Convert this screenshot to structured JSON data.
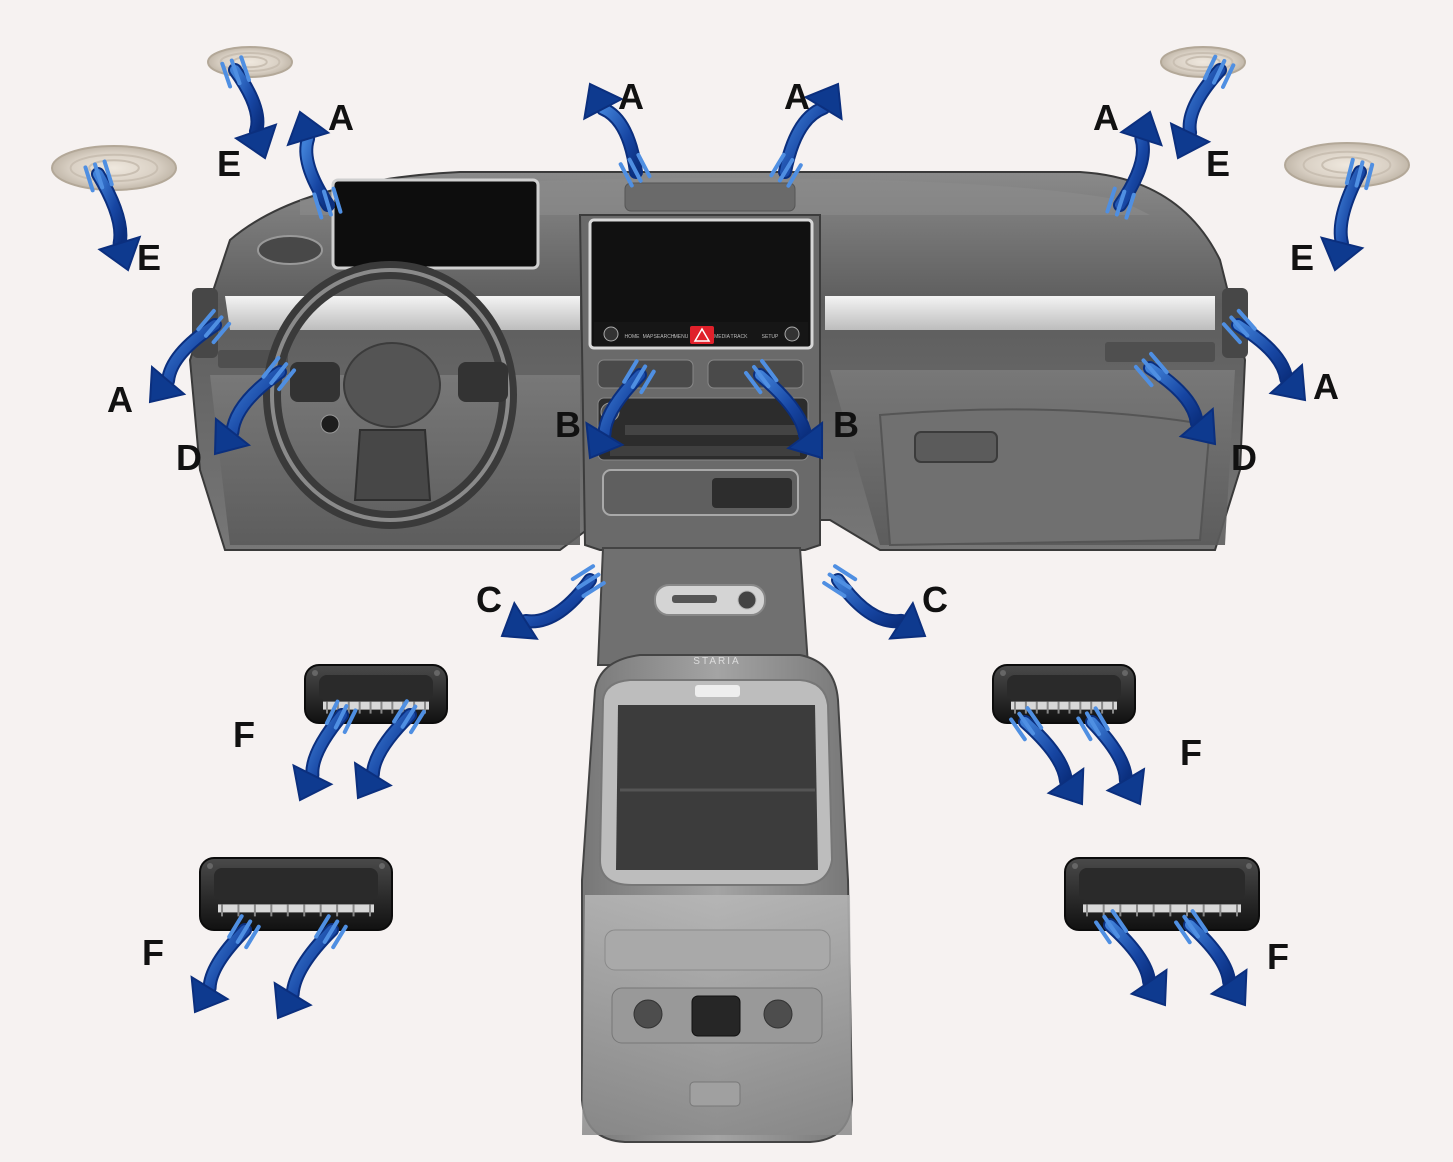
{
  "labels": {
    "A": "A",
    "B": "B",
    "C": "C",
    "D": "D",
    "E": "E",
    "F": "F"
  },
  "screen_buttons": [
    "HOME",
    "MAP",
    "SEARCH",
    "MENU",
    "MEDIA",
    "TRACK",
    "SETUP"
  ],
  "console_text": "STARIA",
  "colors": {
    "background": "#f6f2f1",
    "arrow_dark": "#0b2f7e",
    "arrow_light": "#3f7fd6",
    "dash_body": "#6f6f6f",
    "hazard_red": "#e0202a"
  },
  "icons": [
    "airflow-arrow-icon",
    "ceiling-vent-icon",
    "rear-vent-icon",
    "hazard-icon"
  ]
}
